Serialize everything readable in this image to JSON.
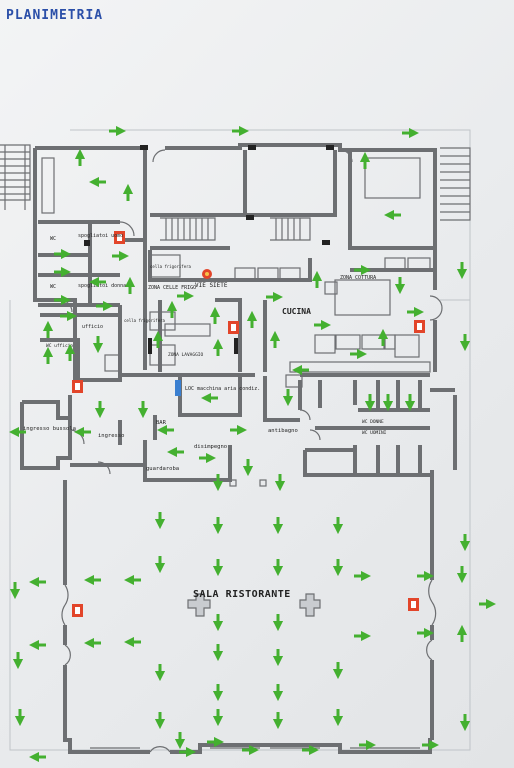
{
  "title": "PLANIMETRIA",
  "colors": {
    "arrow": "#44b030",
    "wall": "#6d6f72",
    "route_line": "#bfc4c8",
    "extinguisher": "#e2452a",
    "utility": "#3a7fd0"
  },
  "rooms": {
    "spogliatoi_uomo": "spogliatoi uomo",
    "spogliatoi_donna": "spogliatoi donna",
    "wc_1": "WC",
    "wc_2": "WC",
    "ufficio": "ufficio",
    "wc_ufficio": "WC ufficio",
    "cella_frigorifera_1": "cella frigorifera",
    "cella_frigorifera_2": "cella frigorifera",
    "zona_celle_frigo": "ZONA CELLE FRIGO",
    "vie_siete": "VIE SIETE",
    "zona_cottura": "ZONA COTTURA",
    "cucina": "CUCINA",
    "zona_lavaggio": "ZONA LAVAGGIO",
    "loc_macchina_aria": "LOC macchina aria condiz.",
    "ingresso_bussola": "ingresso bussola",
    "ingresso": "ingresso",
    "bar": "BAR",
    "guardaroba": "guardaroba",
    "disimpegno": "disimpegno",
    "antibagno": "antibagno",
    "wc_uomini": "WC UOMINI",
    "wc_donne": "WC DONNE",
    "sala_ristorante": "SALA RISTORANTE"
  }
}
